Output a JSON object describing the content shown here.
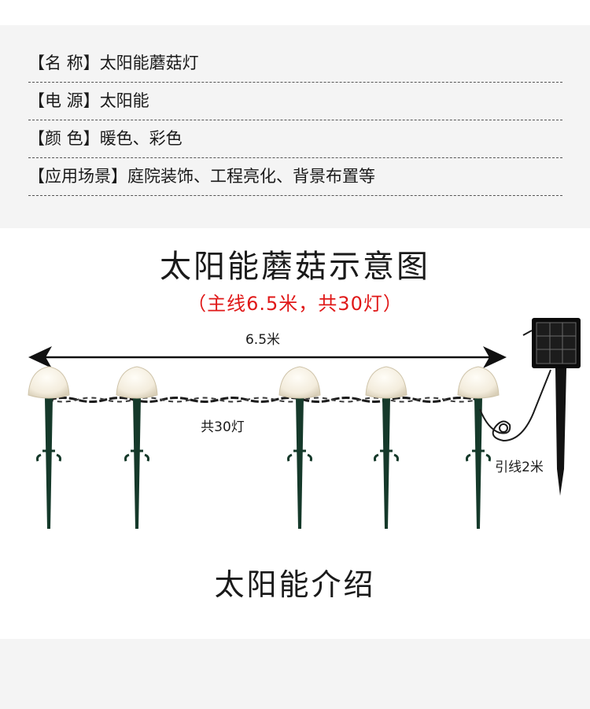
{
  "specs": [
    {
      "label": "【名    称】",
      "value": "太阳能蘑菇灯"
    },
    {
      "label": "【电    源】",
      "value": "太阳能"
    },
    {
      "label": "【颜    色】",
      "value": "暖色、彩色"
    },
    {
      "label": "【应用场景】",
      "value": "庭院装饰、工程亮化、背景布置等"
    }
  ],
  "diagram": {
    "title": "太阳能蘑菇示意图",
    "subtitle": "（主线6.5米，共30灯）",
    "length_label": "6.5米",
    "count_label": "共30灯",
    "lead_label": "引线2米"
  },
  "section_title": "太阳能介绍",
  "colors": {
    "panel_bg": "#f4f4f4",
    "subtitle_red": "#e01818",
    "stake_green": "#15392a",
    "mushroom_cap": "#f6f1e6",
    "solar_panel": "#111111"
  }
}
